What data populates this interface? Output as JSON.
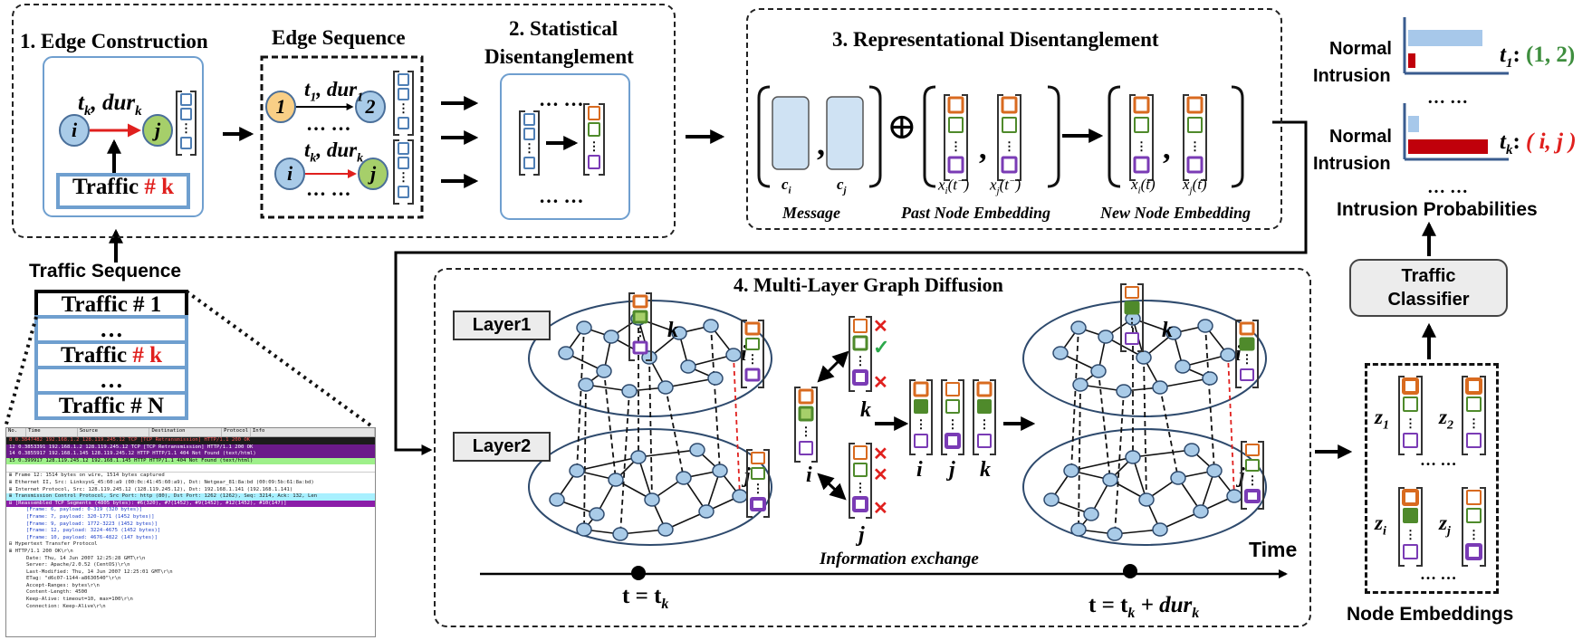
{
  "panels": {
    "edge_construction": "1. Edge Construction",
    "edge_sequence": "Edge Sequence",
    "statistical_line1": "2. Statistical",
    "statistical_line2": "Disentanglement",
    "representational": "3. Representational Disentanglement",
    "multi_layer": "4. Multi-Layer Graph Diffusion"
  },
  "edge_construction": {
    "edge_label_base": "t",
    "edge_label_sub": "k",
    "edge_label_rest": ", dur",
    "edge_label_rest_sub": "k",
    "node_i": "i",
    "node_j": "j",
    "traffic_prefix": "Traffic ",
    "traffic_suffix": "# k"
  },
  "edge_sequence": {
    "top_label": "t",
    "top_sub": "1",
    "top_rest": ", dur",
    "top_rest_sub": "1",
    "node_1": "1",
    "node_2": "2",
    "dots": "… …",
    "bottom_label": "t",
    "bottom_sub": "k",
    "bottom_rest": ", dur",
    "bottom_rest_sub": "k",
    "node_i": "i",
    "node_j": "j"
  },
  "statistical": {
    "dots": "… …"
  },
  "representational": {
    "c_i": "c",
    "c_i_sub": "i",
    "c_j": "c",
    "c_j_sub": "j",
    "comma": ",",
    "oplus": "⊕",
    "past_xi": "x",
    "past_xi_sub": "i",
    "past_xi_arg": "(t",
    "past_xi_arg_sup": "−",
    "past_xi_close": ")",
    "past_xj": "x",
    "past_xj_sub": "j",
    "past_xj_arg": "(t",
    "past_xj_arg_sup": "−",
    "past_xj_close": ")",
    "new_xi": "x",
    "new_xi_sub": "i",
    "new_xi_arg": "(t)",
    "new_xj": "x",
    "new_xj_sub": "j",
    "new_xj_arg": "(t)",
    "message": "Message",
    "past_embedding": "Past Node Embedding",
    "new_embedding": "New Node Embedding"
  },
  "traffic_sequence": {
    "title": "Traffic Sequence",
    "items": [
      {
        "prefix": "Traffic ",
        "suffix": "# 1",
        "red": false
      },
      {
        "prefix": "…",
        "suffix": "",
        "red": false
      },
      {
        "prefix": "Traffic ",
        "suffix": "# k",
        "red": true
      },
      {
        "prefix": "…",
        "suffix": "",
        "red": false
      },
      {
        "prefix": "Traffic ",
        "suffix": "# N",
        "red": false
      }
    ]
  },
  "wireshark": {
    "columns": [
      "No.",
      "Time",
      "Source",
      "Destination",
      "Protocol",
      "Info"
    ],
    "packets": [
      {
        "style": "dark",
        "text": "  8  0.3847482   192.168.1.2       128.119.245.12     TCP     [TCP Retransmission] HTTP/1.1 200 OK"
      },
      {
        "style": "purple",
        "text": " 12  0.3853391   192.168.1.2       128.119.245.12     TCP     [TCP Retransmission] HTTP/1.1 200 OK"
      },
      {
        "style": "purple",
        "text": " 14  0.3855917   192.168.1.145     128.119.245.12     HTTP    HTTP/1.1 404 Not Found (text/html)"
      },
      {
        "style": "green",
        "text": " 15  0.399917    128.119.245.12    192.168.1.145      HTTP    HTTP/1.1 404 Not Found (text/html)"
      }
    ],
    "tree": [
      {
        "style": "plain",
        "text": "⊞ Frame 12: 1514 bytes on wire, 1514 bytes captured"
      },
      {
        "style": "plain",
        "text": "⊞ Ethernet II, Src: LinksysG_45:60:a9 (00:0c:41:45:60:a9), Dst: Netgear_81:8a:bd (00:09:5b:61:8a:bd)"
      },
      {
        "style": "plain",
        "text": "⊞ Internet Protocol, Src: 128.119.245.12 (128.119.245.12), Dst: 192.168.1.141 (192.168.1.141)"
      },
      {
        "style": "cyan",
        "text": "⊞ Transmission Control Protocol, Src Port: http (80), Dst Port: 1262 (1262), Seq: 3214, Ack: 132, Len"
      },
      {
        "style": "mag",
        "text": "⊟ [Reassembled TCP Segments (4805 bytes): #6(320), #7(1452), #9(1452), #12(1452), #10(147)]"
      },
      {
        "style": "link",
        "text": "[Frame: 6, payload: 0-319 (320 bytes)]"
      },
      {
        "style": "link",
        "text": "[Frame: 7, payload: 320-1771 (1452 bytes)]"
      },
      {
        "style": "link",
        "text": "[Frame: 9, payload: 1772-3223 (1452 bytes)]"
      },
      {
        "style": "link",
        "text": "[Frame: 12, payload: 3224-4675 (1452 bytes)]"
      },
      {
        "style": "link",
        "text": "[Frame: 10, payload: 4676-4822 (147 bytes)]"
      },
      {
        "style": "plain",
        "text": "⊟ Hypertext Transfer Protocol"
      },
      {
        "style": "plain",
        "text": "  ⊞ HTTP/1.1 200 OK\\r\\n"
      },
      {
        "style": "in",
        "text": "Date: Thu, 14 Jun 2007 12:25:28 GMT\\r\\n"
      },
      {
        "style": "in",
        "text": "Server: Apache/2.0.52 (CentOS)\\r\\n"
      },
      {
        "style": "in",
        "text": "Last-Modified: Thu, 14 Jun 2007 12:25:01 GMT\\r\\n"
      },
      {
        "style": "in",
        "text": "ETag: \"d6c07-1144-a8630540\"\\r\\n"
      },
      {
        "style": "in",
        "text": "Accept-Ranges: bytes\\r\\n"
      },
      {
        "style": "in",
        "text": "Content-Length: 4500"
      },
      {
        "style": "in",
        "text": "Keep-Alive: timeout=10, max=100\\r\\n"
      },
      {
        "style": "in",
        "text": "Connection: Keep-Alive\\r\\n"
      }
    ]
  },
  "diffusion": {
    "layer1": "Layer1",
    "layer2": "Layer2",
    "node_k": "k",
    "node_i": "i",
    "node_j": "j",
    "info_exchange": "Information exchange",
    "time": "Time",
    "t_left": "t = t",
    "t_left_sub": "k",
    "t_right": "t = t",
    "t_right_sub": "k",
    "t_right_rest": " + dur",
    "t_right_rest_sub": "k",
    "check": "✓",
    "cross": "✕"
  },
  "output": {
    "normal": "Normal",
    "intrusion": "Intrusion",
    "t1_prefix": "t",
    "t1_sub": "1",
    "t1_value": "(1, 2)",
    "tk_prefix": "t",
    "tk_sub": "k",
    "tk_value": "( i, j )",
    "dots": "… …",
    "title": "Intrusion Probabilities",
    "classifier_line1": "Traffic",
    "classifier_line2": "Classifier",
    "node_embeddings": "Node Embeddings",
    "z1": "z",
    "z1_sub": "1",
    "z2": "z",
    "z2_sub": "2",
    "zi": "z",
    "zi_sub": "i",
    "zj": "z",
    "zj_sub": "j",
    "prob_t1": {
      "normal": 0.82,
      "intrusion": 0.08
    },
    "prob_tk": {
      "normal": 0.12,
      "intrusion": 0.88
    }
  },
  "colors": {
    "node_blue": "#a9cbe8",
    "node_yellow": "#f9cf86",
    "node_green": "#a6cf6a",
    "box_blue": "#cfe2f3",
    "panel_blue": "#6f9fcf",
    "orange": "#d86a1f",
    "green": "#4f8a2b",
    "purple": "#7a3bb5",
    "red": "#e0201e",
    "dark_red": "#c0000b",
    "bar_blue": "#a7c8ea",
    "check_green": "#2ba84a",
    "t1_green": "#3e8e3e"
  }
}
